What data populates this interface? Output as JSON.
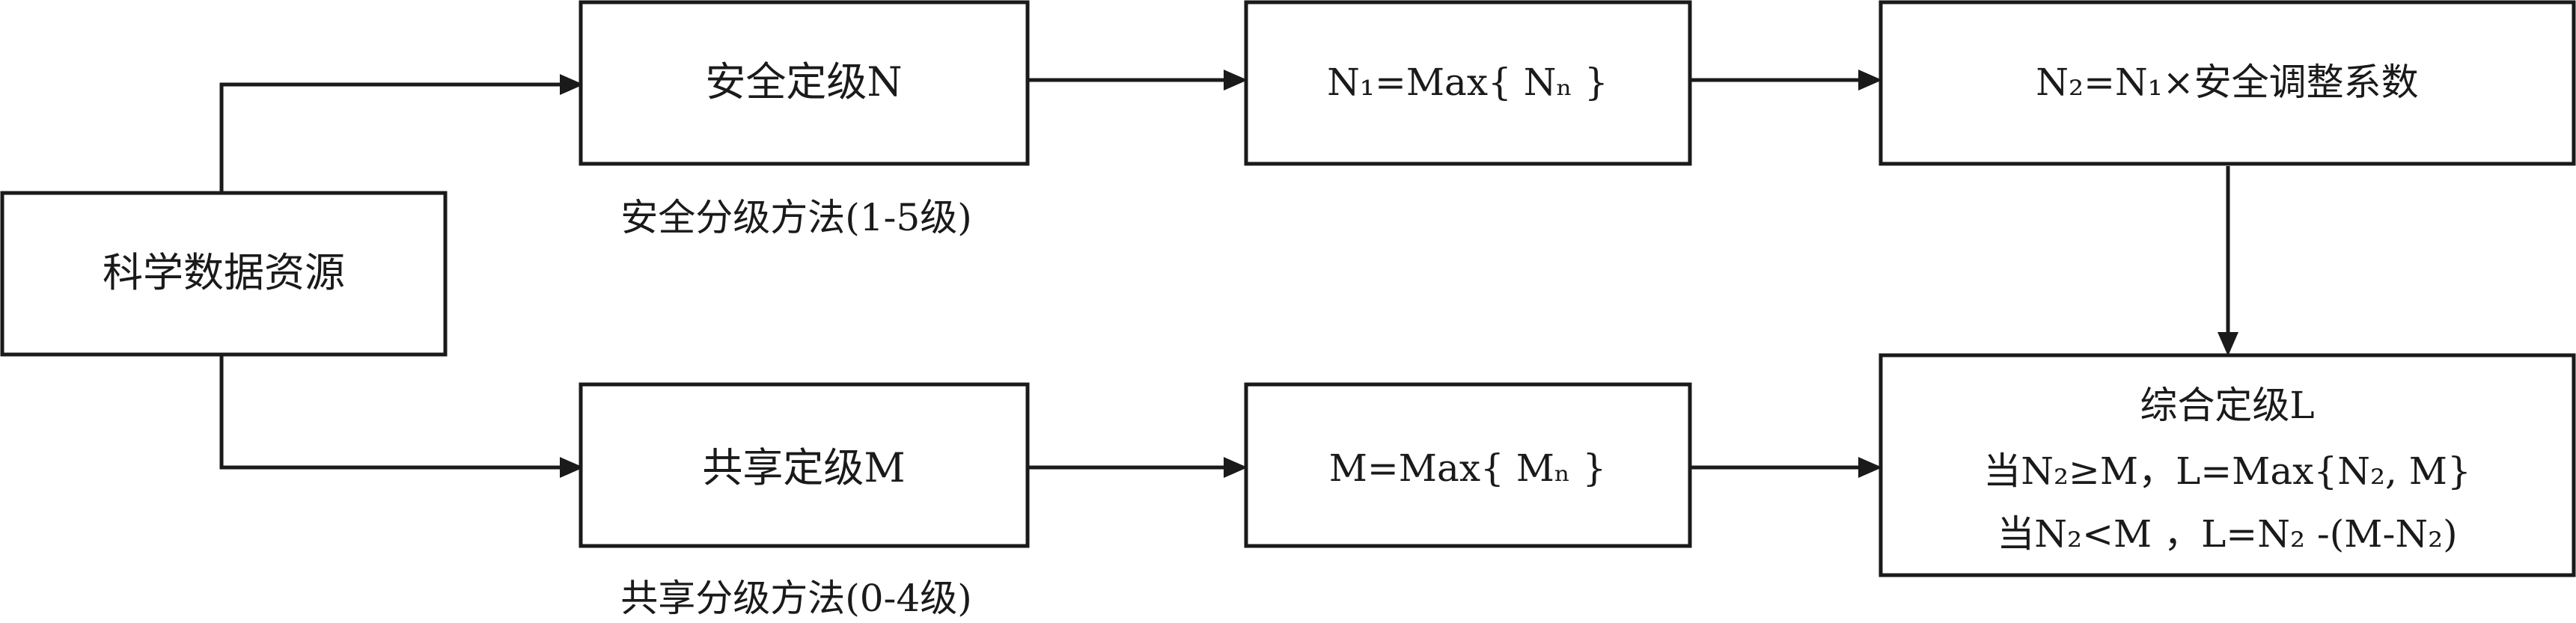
{
  "nodes": {
    "source": {
      "label": "科学数据资源"
    },
    "security_level": {
      "label": "安全定级N"
    },
    "n1": {
      "label": "N₁=Max{ Nₙ }"
    },
    "n2": {
      "label": "N₂=N₁×安全调整系数"
    },
    "sharing_level": {
      "label": "共享定级M"
    },
    "m": {
      "label": "M=Max{ Mₙ }"
    },
    "overall": {
      "title": "综合定级L",
      "rule1": "当N₂≥M，L=Max{N₂, M}",
      "rule2": "当N₂<M ，L=N₂ -(M-N₂)"
    }
  },
  "annotations": {
    "security_method": "安全分级方法(1-5级)",
    "sharing_method": "共享分级方法(0-4级)"
  },
  "edges": [
    {
      "from": "source",
      "to": "security_level"
    },
    {
      "from": "source",
      "to": "sharing_level"
    },
    {
      "from": "security_level",
      "to": "n1"
    },
    {
      "from": "n1",
      "to": "n2"
    },
    {
      "from": "n2",
      "to": "overall"
    },
    {
      "from": "sharing_level",
      "to": "m"
    },
    {
      "from": "m",
      "to": "overall"
    }
  ],
  "colors": {
    "line": "#1a1a1a",
    "background": "#ffffff"
  }
}
